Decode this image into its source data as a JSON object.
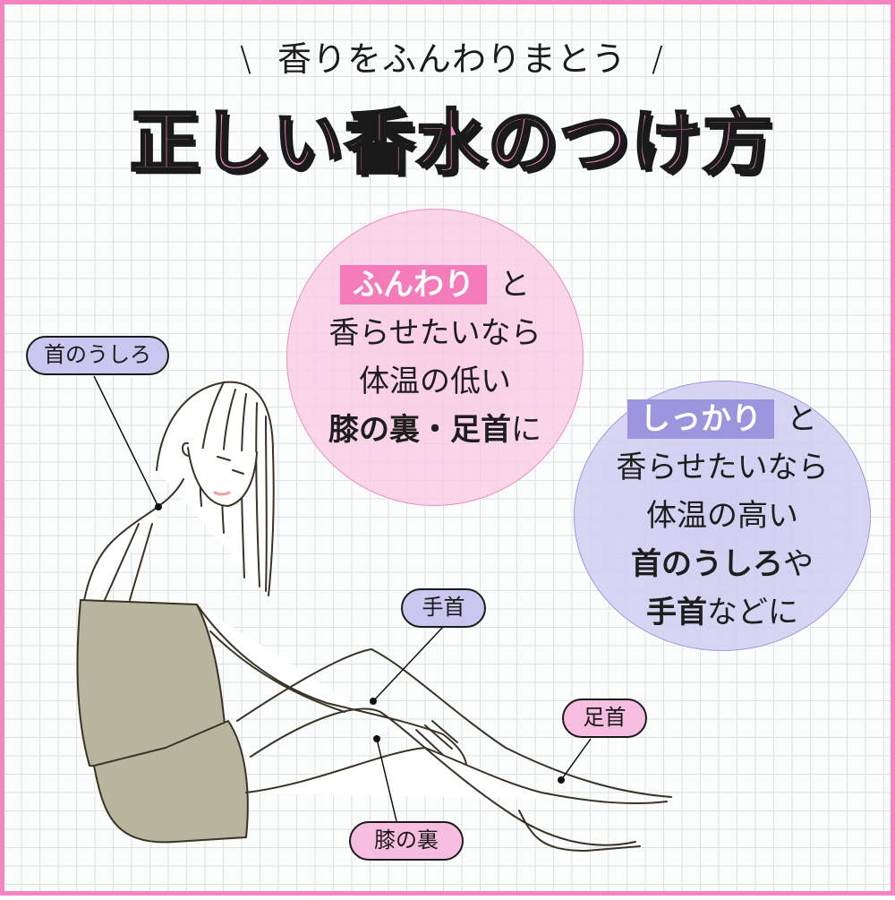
{
  "header": {
    "subtitle_left_mark": "\\",
    "subtitle": "香りをふんわりまとう",
    "subtitle_right_mark": "/",
    "title": "正しい香水のつけ方"
  },
  "colors": {
    "frame_border": "#f783c0",
    "title_fill": "#f78ac3",
    "pink_accent": "#f47cbb",
    "purple_accent": "#9b95dd",
    "pink_pill": "#f7bde0",
    "purple_pill": "#cac6ef",
    "grid_line": "#d9e3e6"
  },
  "circle_soft": {
    "highlight": "ふんわり",
    "highlight_suffix": "と",
    "line2": "香らせたいなら",
    "line3": "体温の低い",
    "line4_bold": "膝の裏・足首",
    "line4_suffix": "に"
  },
  "circle_strong": {
    "highlight": "しっかり",
    "highlight_suffix": "と",
    "line2": "香らせたいなら",
    "line3": "体温の高い",
    "line4_bold": "首のうしろ",
    "line4_suffix": "や",
    "line5_bold": "手首",
    "line5_suffix": "などに"
  },
  "labels": {
    "neck": "首のうしろ",
    "wrist": "手首",
    "ankle": "足首",
    "knee_back": "膝の裏"
  },
  "illustration": {
    "subject": "woman-sitting-in-camisole-icon"
  }
}
